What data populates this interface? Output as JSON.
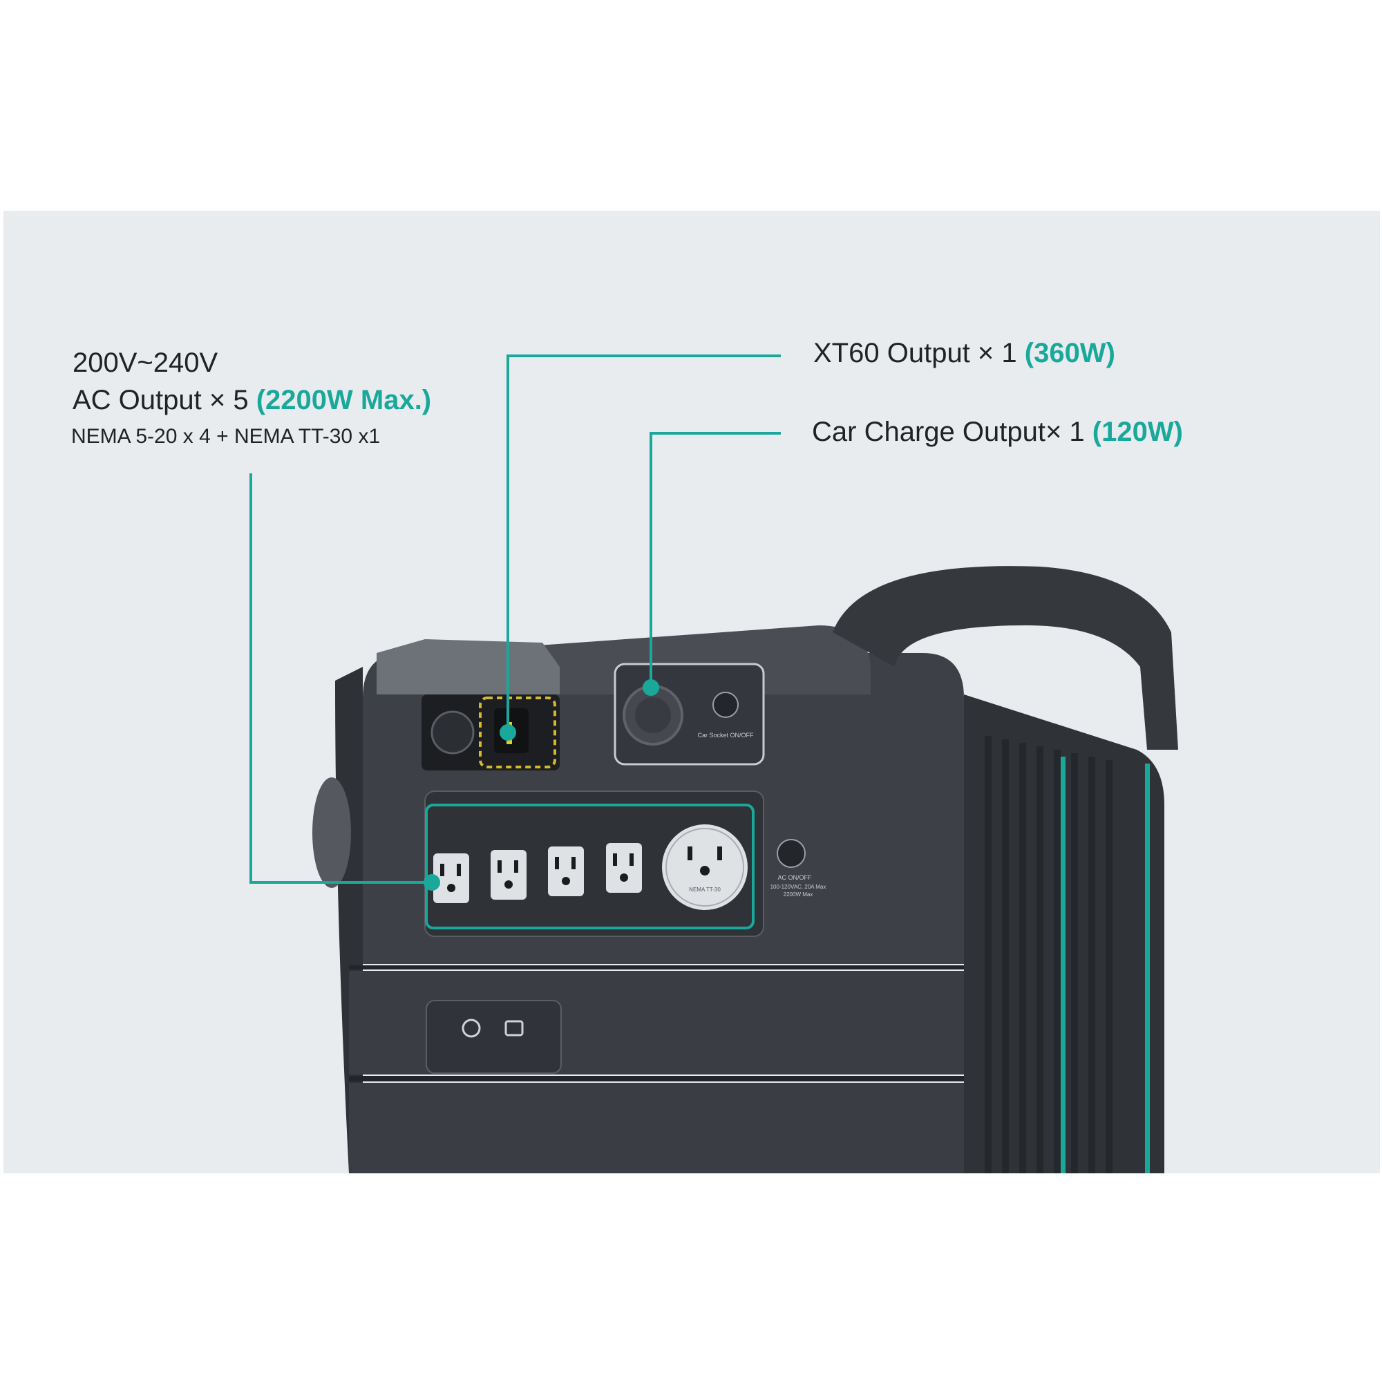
{
  "callouts": {
    "ac": {
      "line1": "200V~240V",
      "line2_prefix": "AC Output × 5 ",
      "line2_accent": "(2200W Max.)",
      "line3": "NEMA 5-20 x 4 + NEMA TT-30 x1"
    },
    "xt60": {
      "prefix": "XT60 Output × 1 ",
      "accent": "(360W)"
    },
    "car": {
      "prefix": "Car Charge Output× 1 ",
      "accent": "(120W)"
    }
  },
  "device_labels": {
    "car_socket": "Car Socket ON/OFF",
    "ac_switch": "AC ON/OFF",
    "ac_spec": "100-120VAC, 20A Max",
    "ac_max": "2200W Max",
    "tt30": "NEMA TT-30"
  },
  "colors": {
    "accent": "#1aa89b",
    "panel_bg": "#e9ecef",
    "device_body": "#3d4147",
    "text": "#222222"
  }
}
